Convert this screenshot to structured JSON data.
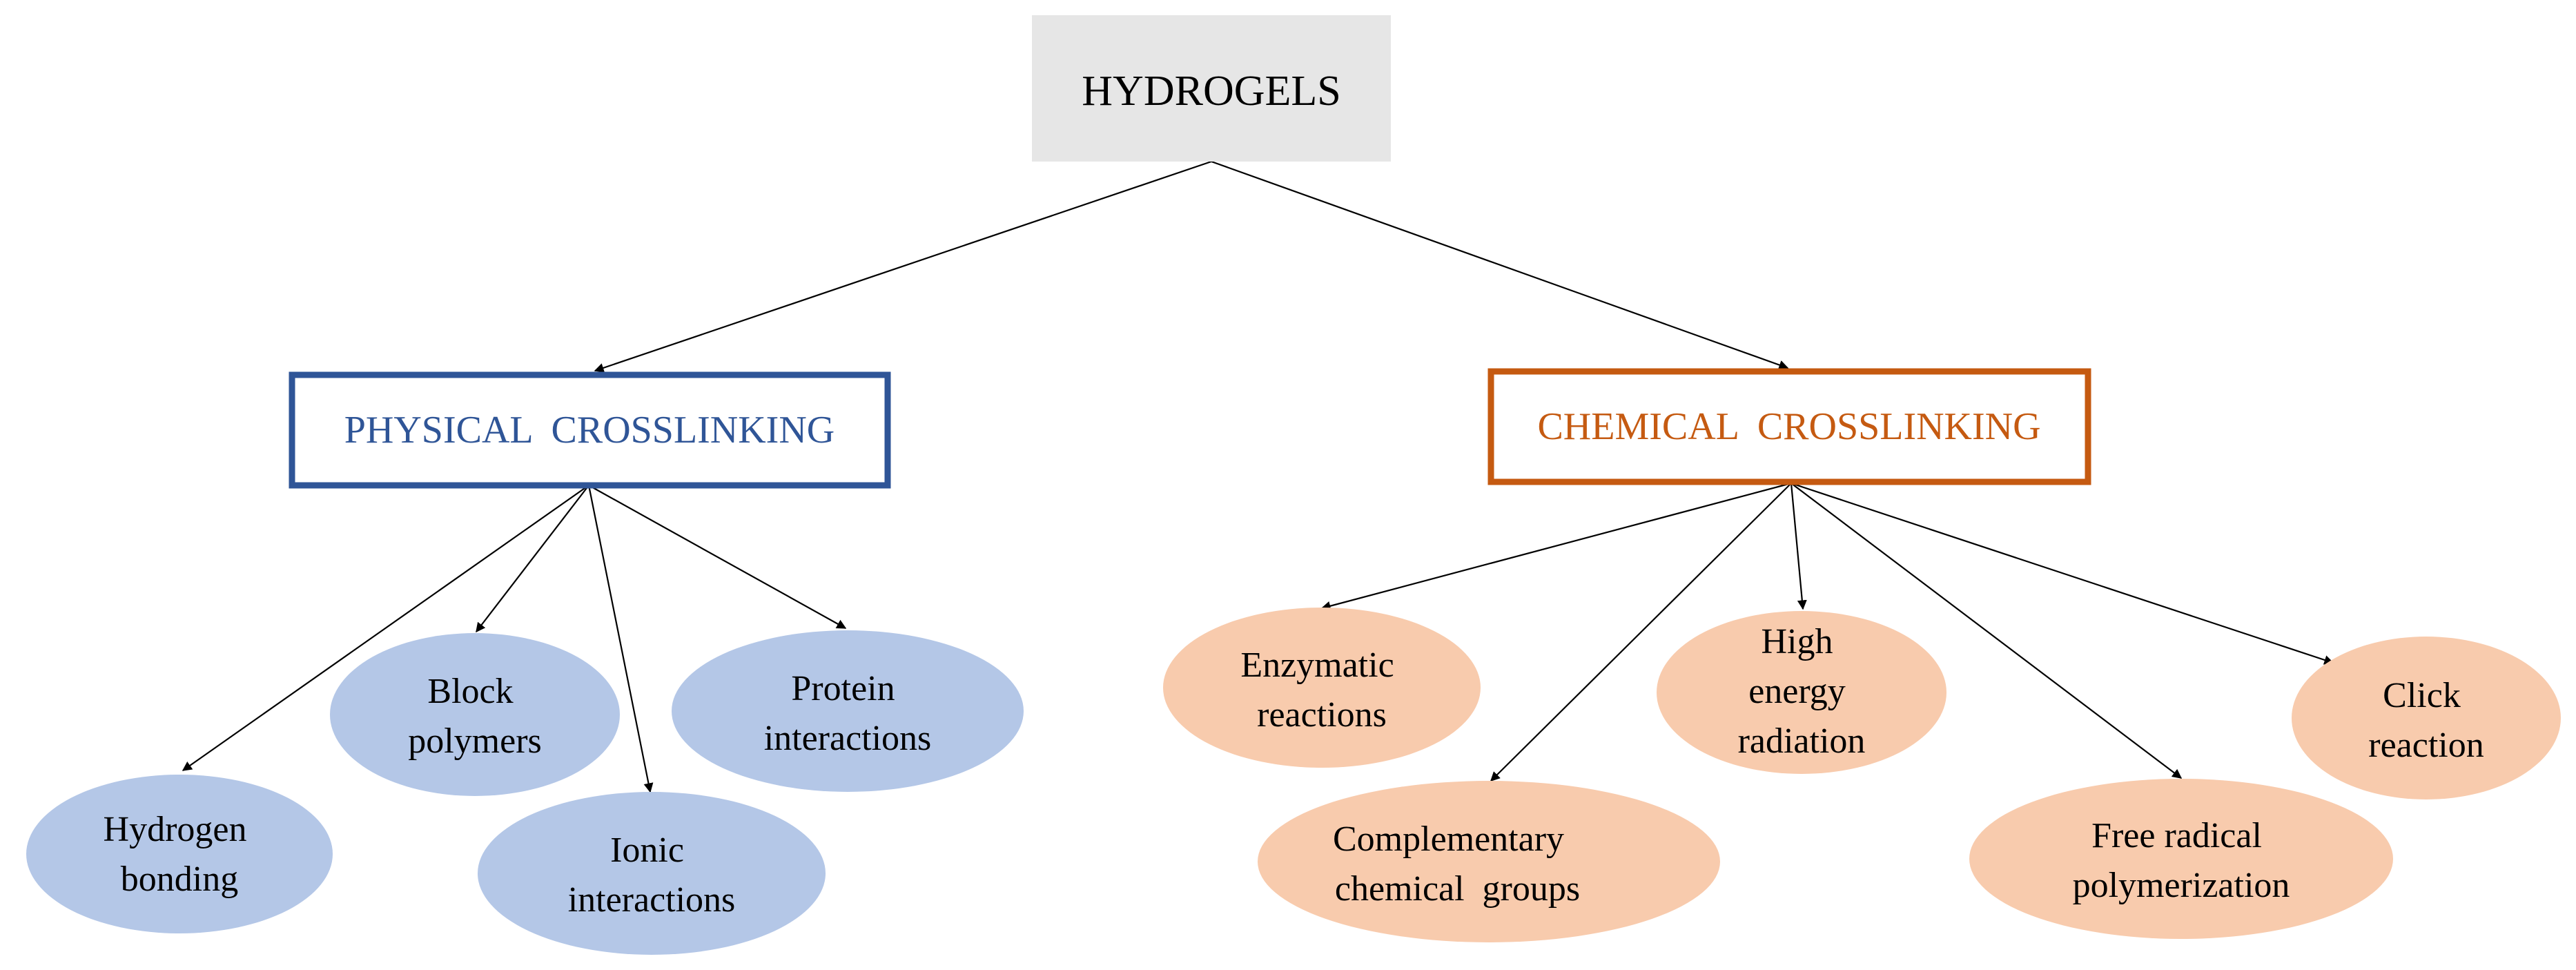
{
  "root": {
    "label": "HYDROGELS",
    "fill_color": "#e6e6e6"
  },
  "physical": {
    "label": "PHYSICAL  CROSSLINKING",
    "color": "#2f5597",
    "leaves": [
      {
        "lines": [
          "Hydrogen",
          "bonding"
        ]
      },
      {
        "lines": [
          "Block",
          "polymers"
        ]
      },
      {
        "lines": [
          "Ionic",
          "interactions"
        ]
      },
      {
        "lines": [
          "Protein",
          "interactions"
        ]
      }
    ],
    "leaf_fill": "#b4c7e7"
  },
  "chemical": {
    "label": "CHEMICAL  CROSSLINKING",
    "color": "#c55a11",
    "leaves": [
      {
        "lines": [
          "Enzymatic",
          "reactions"
        ]
      },
      {
        "lines": [
          "Complementary",
          "chemical  groups"
        ]
      },
      {
        "lines": [
          "High",
          "energy",
          "radiation"
        ]
      },
      {
        "lines": [
          "Free radical",
          "polymerization"
        ]
      },
      {
        "lines": [
          "Click",
          "reaction"
        ]
      }
    ],
    "leaf_fill": "#f8cbad"
  }
}
